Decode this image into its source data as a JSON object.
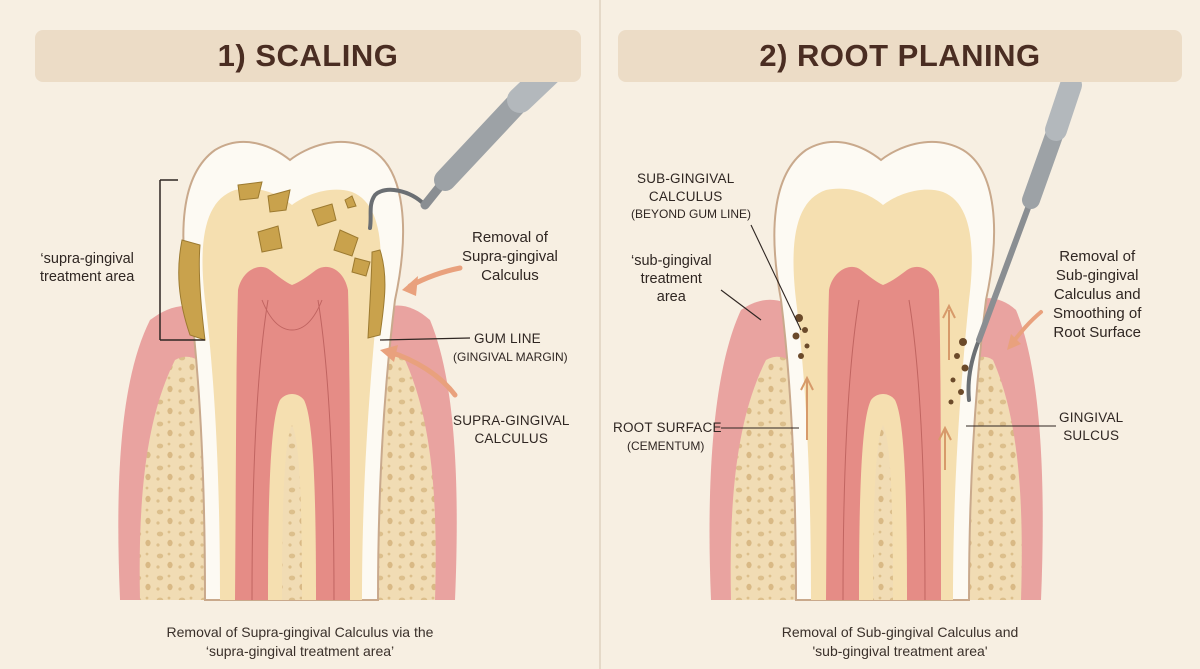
{
  "scaling": {
    "title": "1) SCALING",
    "label_area": "‘supra-gingival\ntreatment area",
    "label_removal": "Removal of\nSupra-gingival\nCalculus",
    "label_gum_line": "GUM LINE",
    "label_gum_line_sub": "(GINGIVAL MARGIN)",
    "label_calculus": "SUPRA-GINGIVAL\nCALCULUS",
    "caption": "Removal of Supra-gingival Calculus via the\n‘supra-gingival treatment area’"
  },
  "root_planing": {
    "title": "2) ROOT PLANING",
    "label_sub_calculus": "SUB-GINGIVAL\nCALCULUS",
    "label_sub_calculus_sub": "(BEYOND GUM LINE)",
    "label_area": "‘sub-gingival\ntreatment\narea",
    "label_removal": "Removal of\nSub-gingival\nCalculus and\nSmoothing of\nRoot Surface",
    "label_root_surface": "ROOT SURFACE",
    "label_root_surface_sub": "(CEMENTUM)",
    "label_sulcus": "GINGIVAL\nSULCUS",
    "caption": "Removal of Sub-gingival Calculus and\n'sub-gingival treatment area'"
  },
  "colors": {
    "background": "#f7efe2",
    "banner": "#ecdcc6",
    "gum": "#e9a3a0",
    "bone": "#f1dcb4",
    "dentin": "#f5dfb0",
    "enamel": "#fdfaf3",
    "pulp": "#e58c86",
    "calculus": "#c9a24c"
  },
  "icons": [
    "scaler-instrument-icon",
    "curette-instrument-icon",
    "arrow-icon"
  ]
}
